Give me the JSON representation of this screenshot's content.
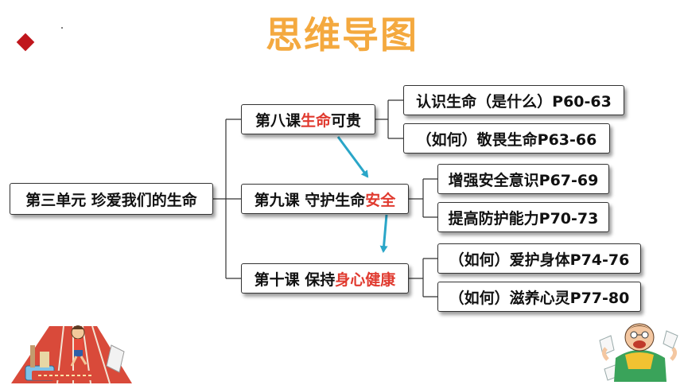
{
  "title": "思维导图",
  "root": {
    "label": "第三单元 珍爱我们的生命"
  },
  "lessons": [
    {
      "prefix": "第八课 ",
      "highlight": "生命",
      "suffix": "可贵",
      "children": [
        "认识生命（是什么）P60-63",
        "（如何）敬畏生命P63-66"
      ]
    },
    {
      "prefix": "第九课 守护生命",
      "highlight": "安全",
      "suffix": "",
      "children": [
        "增强安全意识P67-69",
        "提高防护能力P70-73"
      ]
    },
    {
      "prefix": "第十课 保持",
      "highlight": "身心健康",
      "suffix": "",
      "children": [
        "（如何）爱护身体P74-76",
        "（如何）滋养心灵P77-80"
      ]
    }
  ],
  "colors": {
    "title": "#f4a93f",
    "highlight": "#e03a2f",
    "arrow": "#2aa6c8",
    "diamond": "#c0161c"
  },
  "decorations": [
    "running-student-illustration",
    "shouting-teacher-illustration"
  ]
}
